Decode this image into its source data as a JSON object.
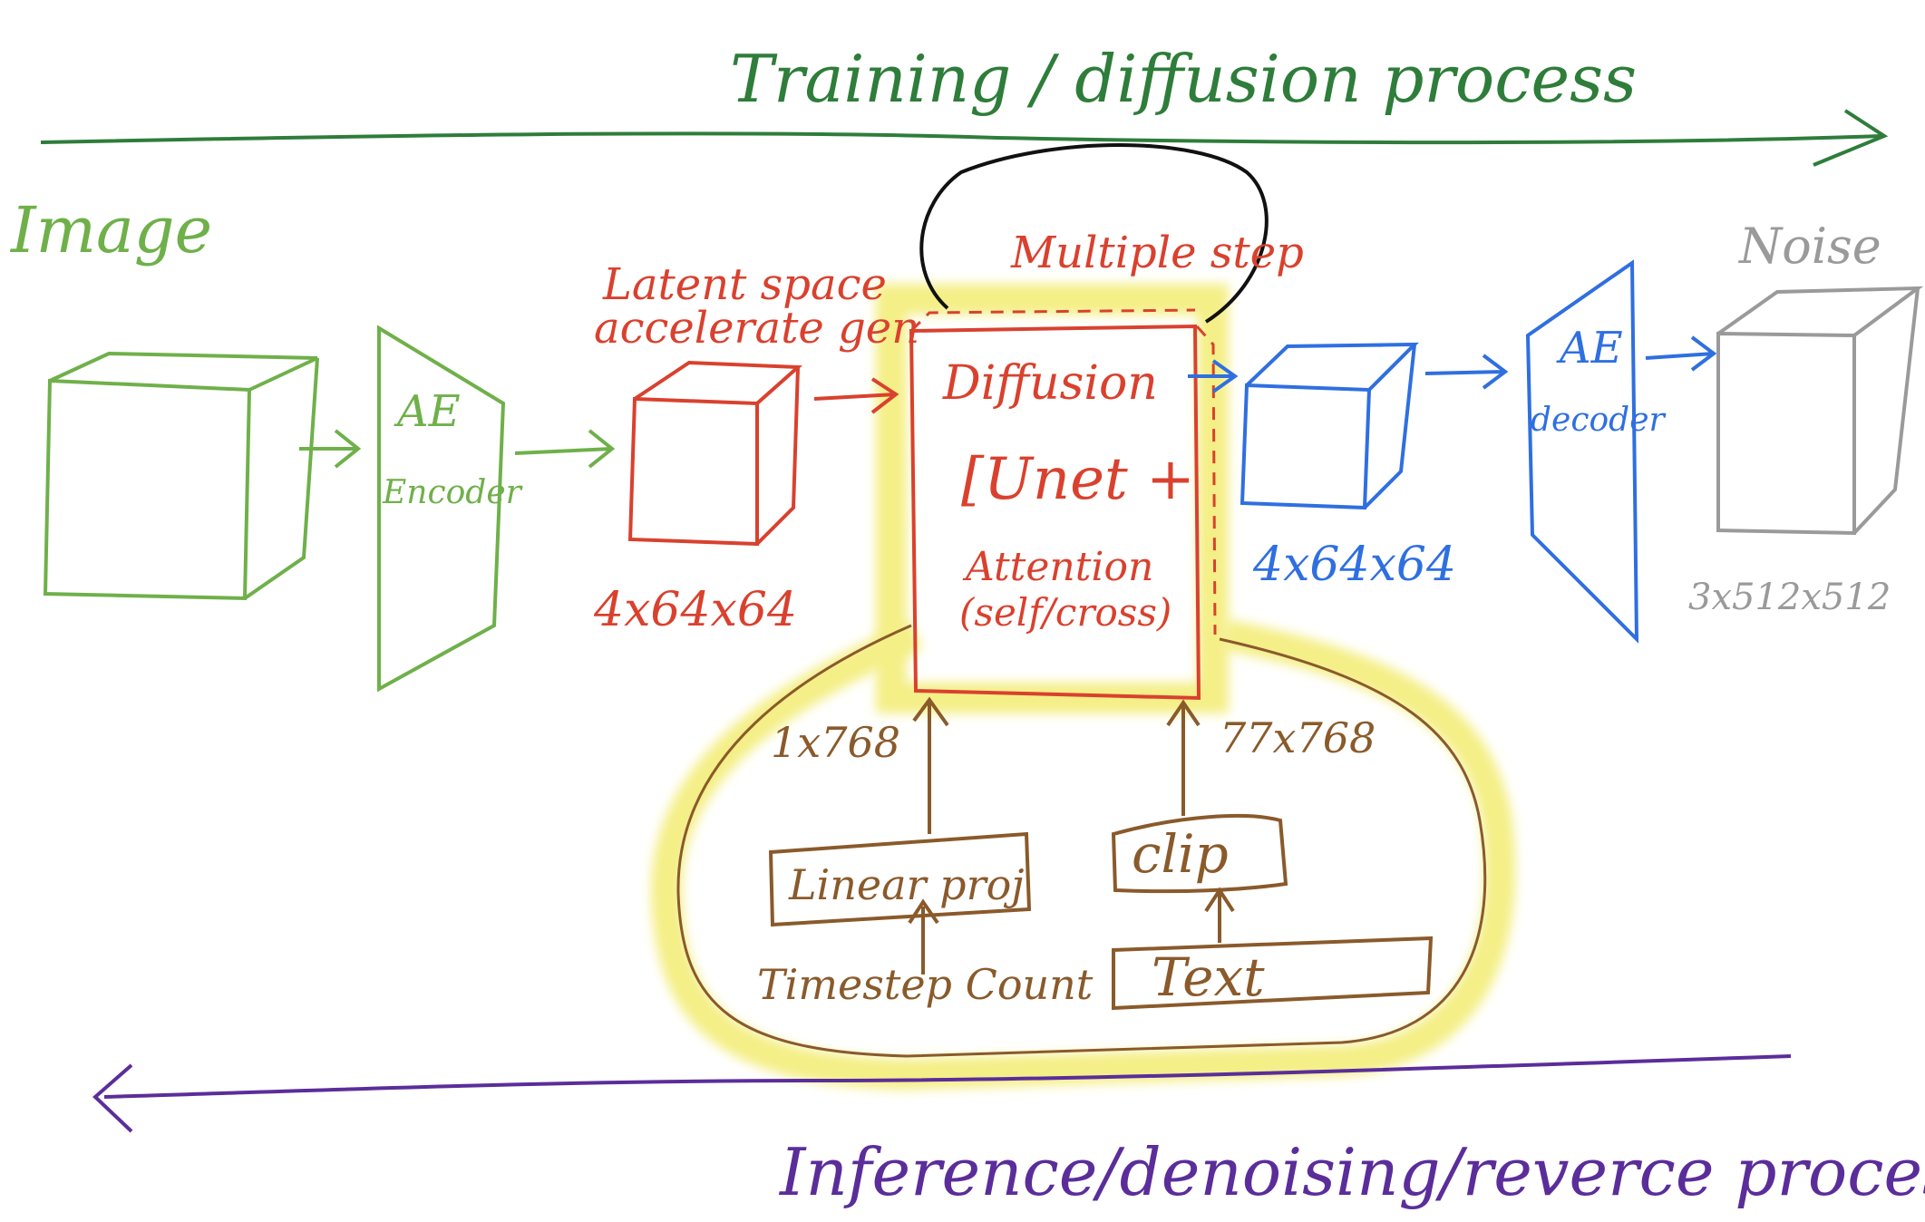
{
  "colors": {
    "training": "#2e7d3a",
    "image": "#6fb04a",
    "latent": "#d9412e",
    "output_latent": "#2f6fe0",
    "noise": "#9a9a9a",
    "conditioning": "#8a5a2b",
    "highlight": "#f4ef86",
    "loop": "#111111",
    "inference": "#5b2d9a"
  },
  "labels": {
    "training_process": "Training / diffusion process",
    "inference_process": "Inference/denoising/reverce process",
    "image": "Image",
    "ae_encoder_line1": "AE",
    "ae_encoder_line2": "Encoder",
    "latent_note_line1": "Latent space",
    "latent_note_line2": "accelerate gen",
    "latent_dims": "4x64x64",
    "multiple_step": "Multiple step",
    "diffusion_line1": "Diffusion",
    "diffusion_line2": "[Unet +",
    "diffusion_line3": "Attention",
    "diffusion_line4": "(self/cross)",
    "out_dims": "4x64x64",
    "ae_decoder_line1": "AE",
    "ae_decoder_line2": "decoder",
    "noise": "Noise",
    "noise_dims": "3x512x512",
    "time_embed_dims": "1x768",
    "text_embed_dims": "77x768",
    "linear_proj": "Linear proj",
    "clip": "clip",
    "timestep_count": "Timestep Count",
    "text": "Text"
  }
}
